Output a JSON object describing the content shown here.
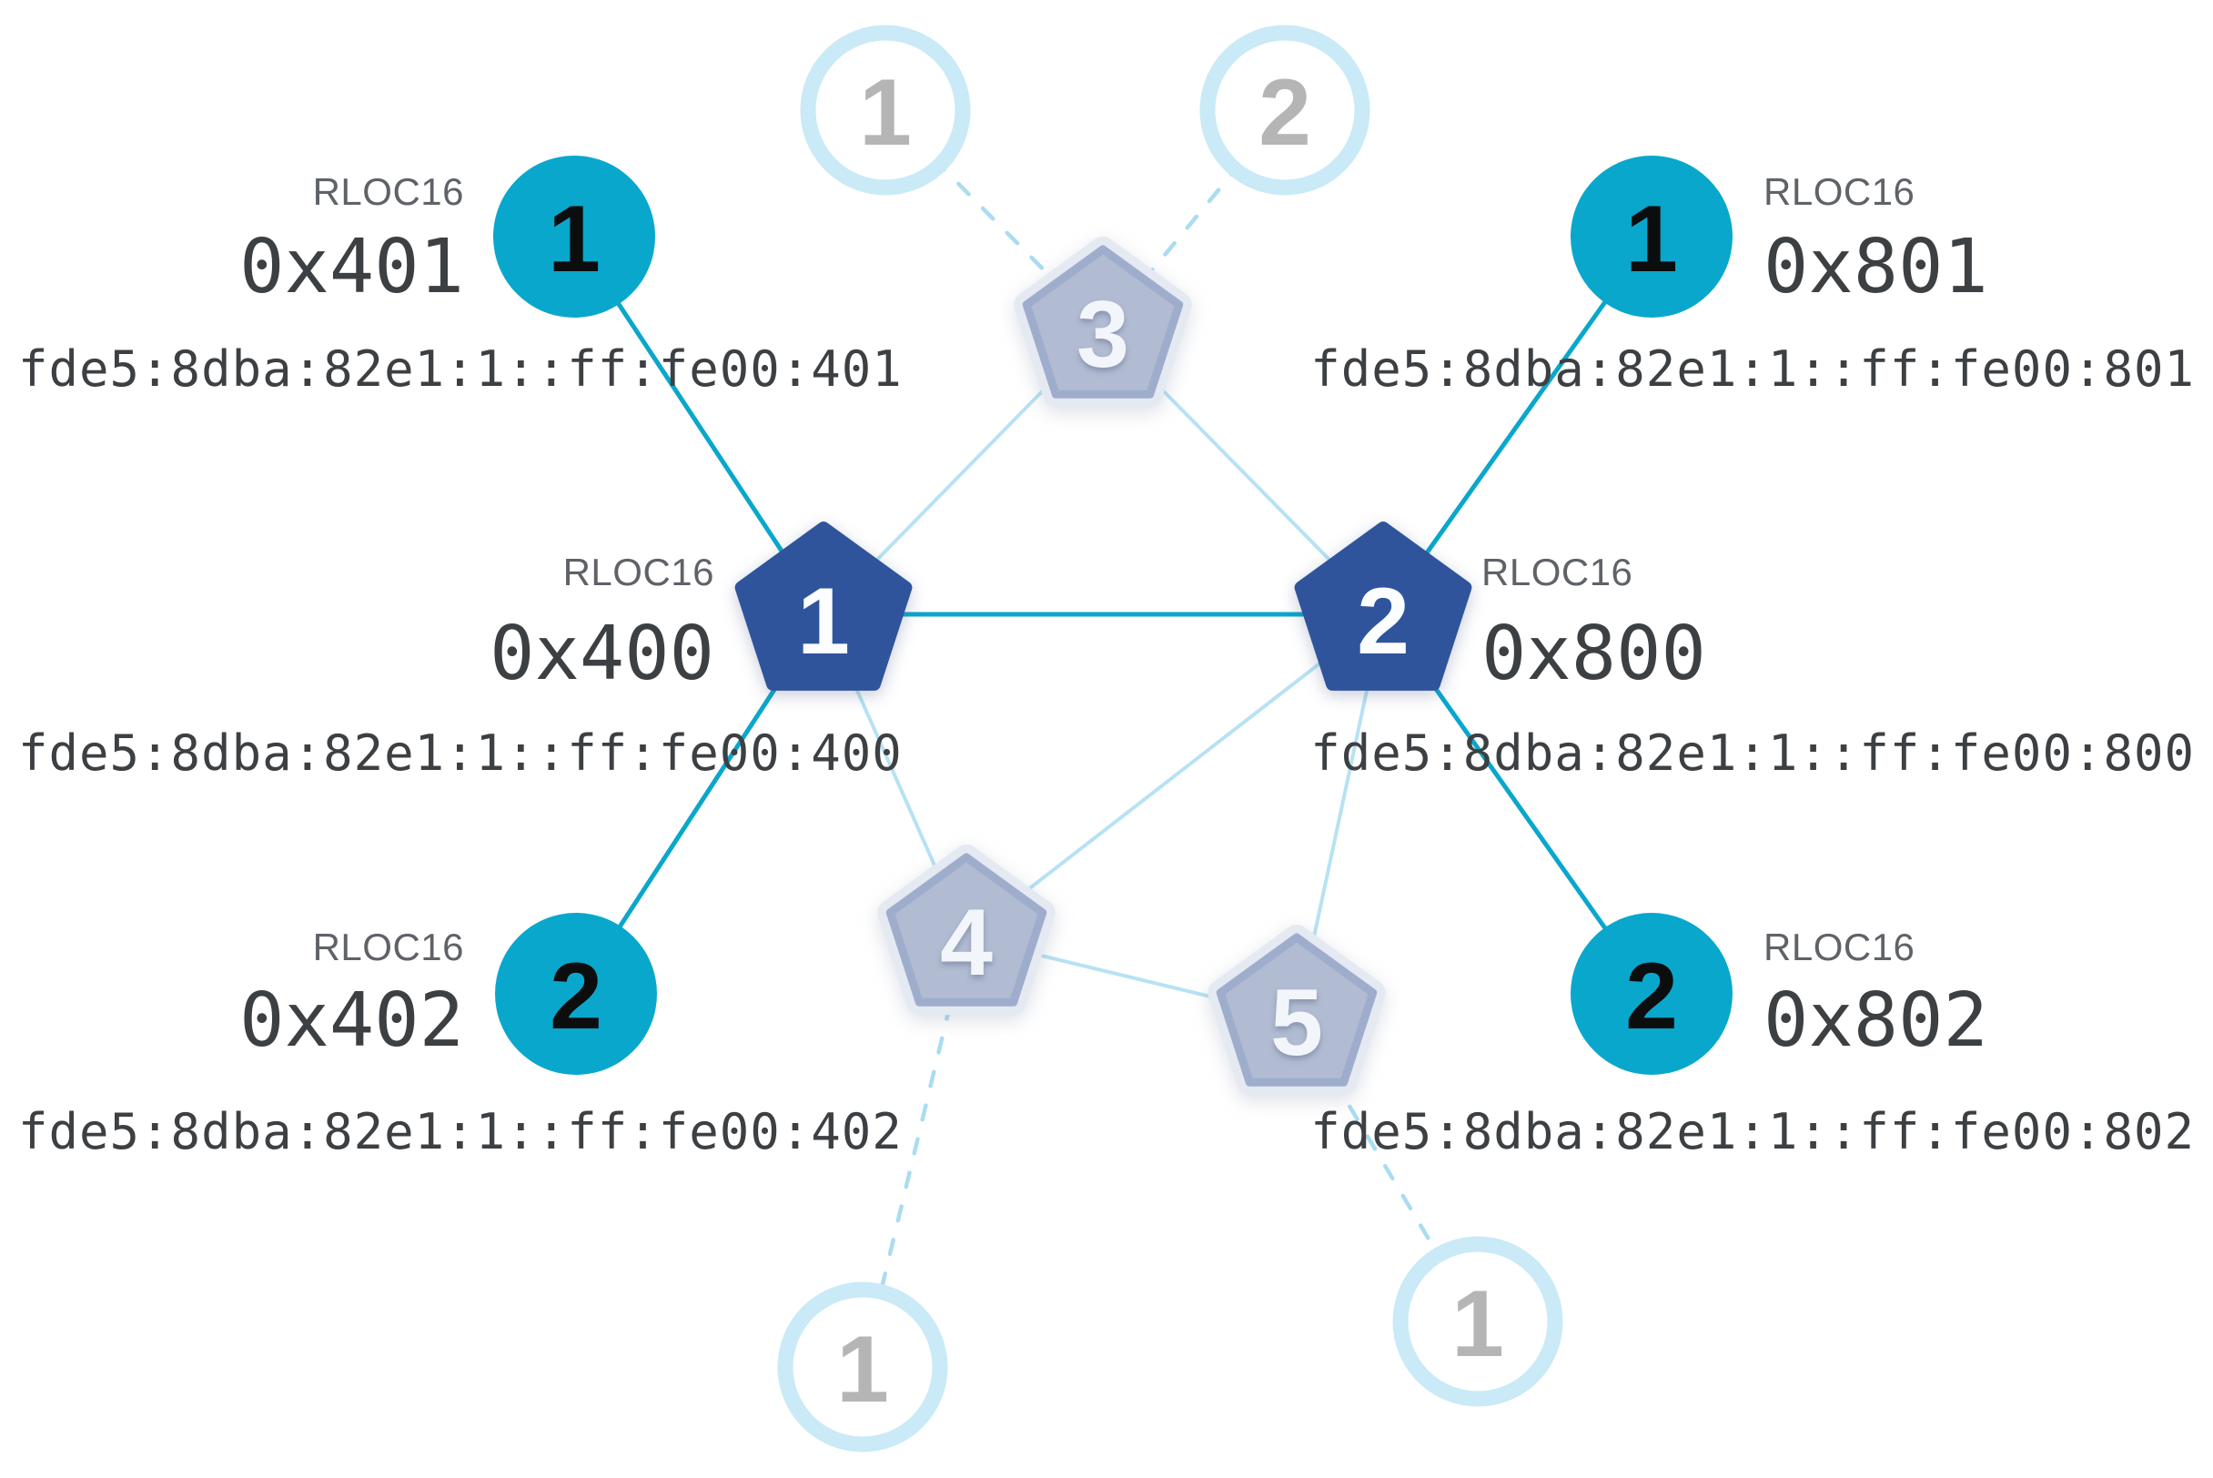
{
  "diagram": {
    "type": "thread-network-topology",
    "colors": {
      "background": "#ffffff",
      "router_active_fill": "#2f549c",
      "child_active_fill": "#0aa7cc",
      "link_child": "#0aa7cc",
      "link_router": "#b7e2f4",
      "link_pending": "#aadcf2",
      "inactive_node_fill": "#b1bbd2",
      "inactive_node_stroke": "#9fadcd",
      "inactive_node_halo": "#e4e9f2",
      "inactive_ring_stroke": "#c9eaf6",
      "inactive_number": "#b5b5b5",
      "caption_text": "#5f6368",
      "code_text": "#3d4043"
    },
    "nodes": {
      "router_1": {
        "number": "1",
        "rloc16_label": "RLOC16",
        "rloc16": "0x400",
        "ipv6": "fde5:8dba:82e1:1::ff:fe00:400"
      },
      "router_2": {
        "number": "2",
        "rloc16_label": "RLOC16",
        "rloc16": "0x800",
        "ipv6": "fde5:8dba:82e1:1::ff:fe00:800"
      },
      "router_3": {
        "number": "3"
      },
      "router_4": {
        "number": "4"
      },
      "router_5": {
        "number": "5"
      },
      "child_1_of_router_1": {
        "number": "1",
        "rloc16_label": "RLOC16",
        "rloc16": "0x401",
        "ipv6": "fde5:8dba:82e1:1::ff:fe00:401"
      },
      "child_2_of_router_1": {
        "number": "2",
        "rloc16_label": "RLOC16",
        "rloc16": "0x402",
        "ipv6": "fde5:8dba:82e1:1::ff:fe00:402"
      },
      "child_1_of_router_2": {
        "number": "1",
        "rloc16_label": "RLOC16",
        "rloc16": "0x801",
        "ipv6": "fde5:8dba:82e1:1::ff:fe00:801"
      },
      "child_2_of_router_2": {
        "number": "2",
        "rloc16_label": "RLOC16",
        "rloc16": "0x802",
        "ipv6": "fde5:8dba:82e1:1::ff:fe00:802"
      },
      "inactive_child_top_left": {
        "number": "1"
      },
      "inactive_child_top_right": {
        "number": "2"
      },
      "inactive_child_bottom_left": {
        "number": "1"
      },
      "inactive_child_bottom_right": {
        "number": "1"
      }
    }
  }
}
